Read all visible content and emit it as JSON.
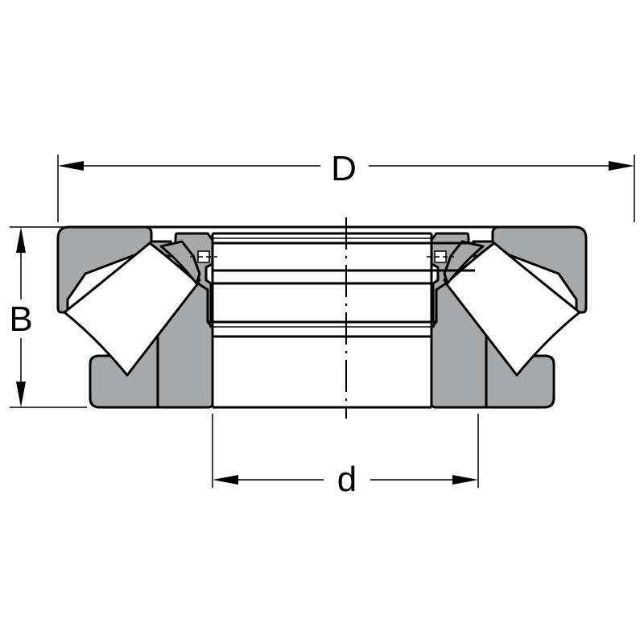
{
  "dimensions": {
    "outer_diameter": "D",
    "bore_diameter": "d",
    "height": "B"
  },
  "colors": {
    "steel_section": "#a7a8aa",
    "roller": "#ffffff",
    "line": "#000000"
  }
}
